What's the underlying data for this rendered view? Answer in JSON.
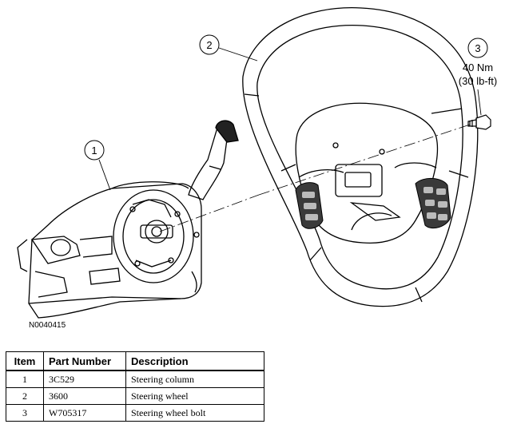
{
  "figure": {
    "id": "N0040415",
    "callouts": [
      {
        "number": "1"
      },
      {
        "number": "2"
      },
      {
        "number": "3",
        "torque_nm": "40 Nm",
        "torque_lbft": "(30 lb-ft)"
      }
    ]
  },
  "table": {
    "headers": {
      "item": "Item",
      "part_number": "Part Number",
      "description": "Description"
    },
    "rows": [
      {
        "item": "1",
        "part_number": "3C529",
        "description": "Steering column"
      },
      {
        "item": "2",
        "part_number": "3600",
        "description": "Steering wheel"
      },
      {
        "item": "3",
        "part_number": "W705317",
        "description": "Steering wheel bolt"
      }
    ]
  }
}
